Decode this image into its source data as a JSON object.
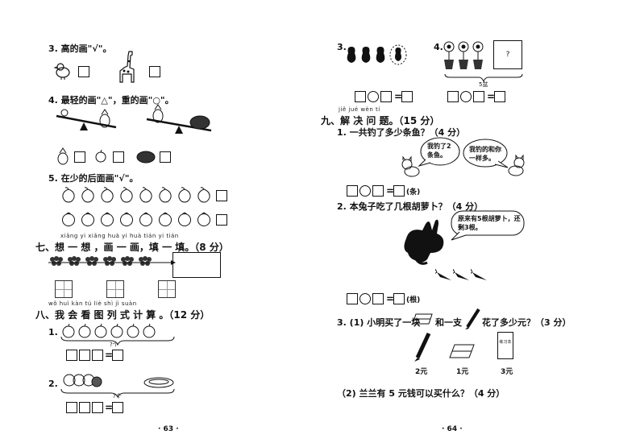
{
  "left": {
    "q3": "3. 高的画\"√\"。",
    "q4": "4. 最轻的画\"△\"，重的画\"○\"。",
    "q5": "5. 在少的后面画\"√\"。",
    "s7_pinyin": "xiǎng yi xiǎng huà yi huà tián yi tián",
    "s7_title": "七、想 一 想 ，画 一 画，填 一 填。（8 分）",
    "s8_pinyin": "wǒ huì kàn tú liè shì jì suàn",
    "s8_title": "八、我 会 看 图 列 式 计 算 。（12 分）",
    "s8_q1": "1.",
    "s8_q2": "2.",
    "brace_label": "?个",
    "eq": "=",
    "page": "· 63 ·"
  },
  "right": {
    "q3": "3.",
    "q4": "4.",
    "q4_brace": "5盆",
    "q4_box": "?",
    "eq": "=",
    "s9_pinyin": "jiě jué wèn tí",
    "s9_title": "九、解 决 问 题。（15 分）",
    "p1": "1. 一共钓了多少条鱼？（4 分）",
    "bubble1": "我钓了2条鱼。",
    "bubble2": "我钓的和你一样多。",
    "unit1": "(条)",
    "p2": "2. 本兔子吃了几根胡萝卜？（4 分）",
    "bubble3": "原来有5根胡萝卜，还剩3根。",
    "unit2": "(根)",
    "p3a_pre": "3. (1) 小明买了一块",
    "p3a_mid": "和一支",
    "p3a_post": "花了多少元？（3 分）",
    "price1": "2元",
    "price2": "1元",
    "price3": "3元",
    "notebook": "练习本",
    "p3b": "（2) 兰兰有 5 元钱可以买什么？（4 分）",
    "page": "· 64 ·"
  }
}
